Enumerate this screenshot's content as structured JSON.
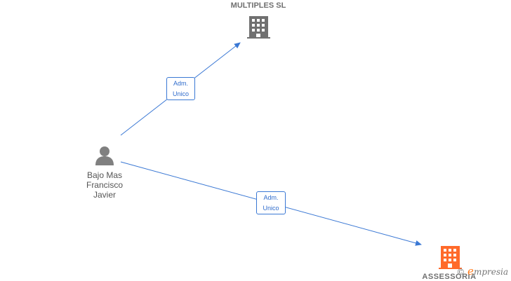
{
  "nodes": {
    "company_top": {
      "name": "MULTIPLES SL",
      "icon": "building-icon",
      "color": "#707070"
    },
    "company_bottom": {
      "name": "ASSESSORIA",
      "icon": "building-icon",
      "color": "#ff6a2a"
    },
    "person": {
      "name_lines": [
        "Bajo Mas",
        "Francisco",
        "Javier"
      ],
      "icon": "person-icon",
      "color": "#808080"
    }
  },
  "edges": [
    {
      "from": "person",
      "to": "company_top",
      "label_line1": "Adm.",
      "label_line2": "Unico",
      "color": "#3a78d4"
    },
    {
      "from": "person",
      "to": "company_bottom",
      "label_line1": "Adm.",
      "label_line2": "Unico",
      "color": "#3a78d4"
    }
  ],
  "watermark": {
    "copyright": "©",
    "brand_initial": "e",
    "brand_rest": "mpresia"
  }
}
